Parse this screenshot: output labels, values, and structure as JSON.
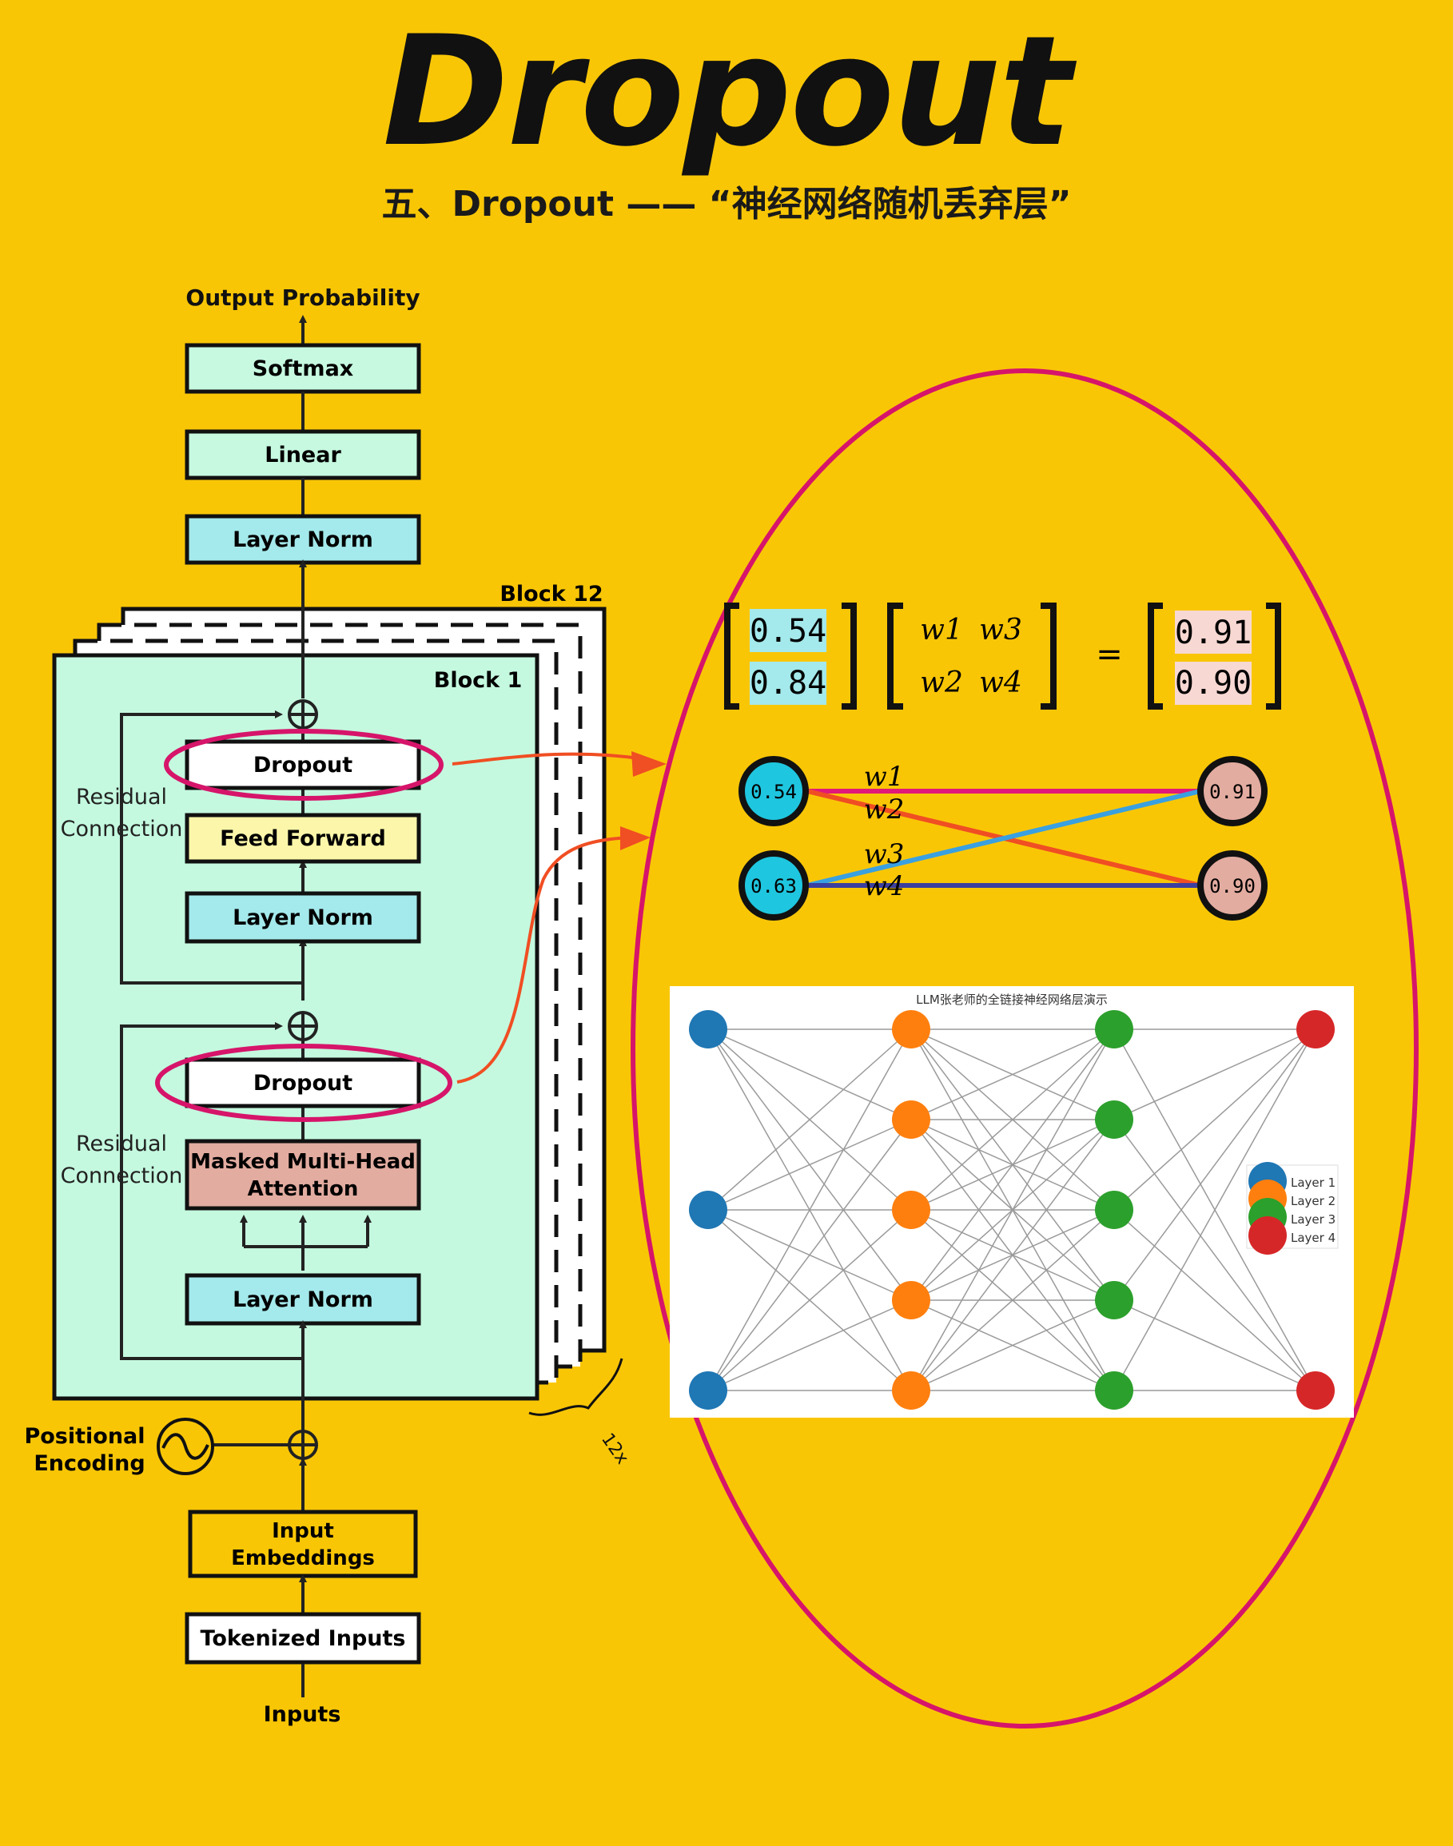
{
  "title": "Dropout",
  "subtitle": "五、Dropout —— “神经网络随机丢弃层”",
  "colors": {
    "background": "#F9C606",
    "block_bg": "#C4F9DF",
    "mint": "#C6F9E0",
    "cyan": "#A4E9EB",
    "yellow": "#FBF6A9",
    "salmon": "#E3ACA0",
    "ellipse": "#D6156A",
    "arrow": "#F04E23"
  },
  "architecture": {
    "output_label": "Output Probability",
    "softmax": "Softmax",
    "linear": "Linear",
    "final_layer_norm": "Layer Norm",
    "block_top_label": "Block 12",
    "block_label": "Block 1",
    "dropout_top": "Dropout",
    "feed_forward": "Feed Forward",
    "layer_norm_mid": "Layer Norm",
    "residual_line1": "Residual",
    "residual_line2": "Connection",
    "dropout_bottom": "Dropout",
    "attention_line1": "Masked Multi-Head",
    "attention_line2": "Attention",
    "layer_norm_bottom": "Layer Norm",
    "repeat_label": "12x",
    "positional_line1": "Positional",
    "positional_line2": "Encoding",
    "embed_line1": "Input",
    "embed_line2": "Embeddings",
    "tokenized": "Tokenized Inputs",
    "inputs_label": "Inputs"
  },
  "equation": {
    "input_values": [
      "0.54",
      "0.84"
    ],
    "weights": [
      "w1",
      "w3",
      "w2",
      "w4"
    ],
    "equals": "=",
    "output_values": [
      "0.91",
      "0.90"
    ]
  },
  "mini_network": {
    "inputs": [
      "0.54",
      "0.63"
    ],
    "outputs": [
      "0.91",
      "0.90"
    ],
    "edge_labels": [
      "w1",
      "w2",
      "w3",
      "w4"
    ]
  },
  "nn_plot": {
    "title": "LLM张老师的全链接神经网络层演示",
    "legend": [
      "Layer 1",
      "Layer 2",
      "Layer 3",
      "Layer 4"
    ],
    "layer_colors": [
      "#1F77B4",
      "#FF7F0E",
      "#2CA02C",
      "#D62728"
    ],
    "layer_sizes": [
      3,
      5,
      5,
      2
    ]
  }
}
